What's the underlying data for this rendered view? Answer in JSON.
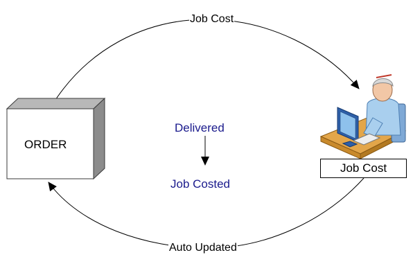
{
  "diagram": {
    "top_arrow_label": "Job Cost",
    "bottom_arrow_label": "Auto Updated",
    "order_box_label": "ORDER",
    "workstation_label": "Job Cost",
    "state_from": "Delivered",
    "state_to": "Job Costed"
  },
  "colors": {
    "state_text": "#1a1a8c",
    "box_front": "#ffffff",
    "box_top": "#b8b8b8",
    "box_side": "#8c8c8c",
    "desk": "#e3a64a",
    "monitor": "#2e5fa8",
    "person_shirt": "#a9cfee"
  },
  "icons": [
    "order-box-icon",
    "user-at-workstation-icon",
    "arrow-head-icon"
  ]
}
